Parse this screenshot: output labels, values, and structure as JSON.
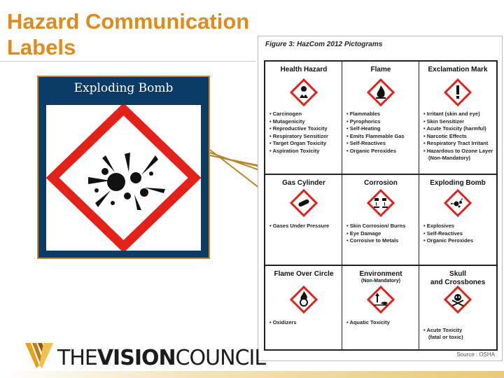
{
  "slide": {
    "title": "Hazard Communication\nLabels",
    "card_title": "Exploding Bomb",
    "source": "Source : OSHA",
    "logo": {
      "part1": "THE",
      "part2": "VISION",
      "part3": "COUNCIL"
    }
  },
  "figure": {
    "title": "Figure 3: HazCom 2012 Pictograms",
    "cells": [
      {
        "title": "Health Hazard",
        "icon": "health-hazard-icon",
        "items": [
          "Carcinogen",
          "Mutagenicity",
          "Reproductive Toxicity",
          "Respiratory Sensitizer",
          "Target Organ Toxicity",
          "Aspiration Toxicity"
        ]
      },
      {
        "title": "Flame",
        "icon": "flame-icon",
        "items": [
          "Flammables",
          "Pyrophorics",
          "Self-Heating",
          "Emits Flammable Gas",
          "Self-Reactives",
          "Organic Peroxides"
        ]
      },
      {
        "title": "Exclamation Mark",
        "icon": "exclamation-mark-icon",
        "items": [
          "Irritant (skin and eye)",
          "Skin Sensitizer",
          "Acute Toxicity (harmful)",
          "Narcotic Effects",
          "Respiratory Tract Irritant",
          "Hazardous to Ozone Layer (Non-Mandatory)"
        ]
      },
      {
        "title": "Gas Cylinder",
        "icon": "gas-cylinder-icon",
        "items": [
          "Gases Under Pressure"
        ]
      },
      {
        "title": "Corrosion",
        "icon": "corrosion-icon",
        "items": [
          "Skin Corrosion/ Burns",
          "Eye Damage",
          "Corrosive to Metals"
        ]
      },
      {
        "title": "Exploding Bomb",
        "icon": "exploding-bomb-icon",
        "items": [
          "Explosives",
          "Self-Reactives",
          "Organic Peroxides"
        ]
      },
      {
        "title": "Flame Over Circle",
        "icon": "flame-over-circle-icon",
        "items": [
          "Oxidizers"
        ]
      },
      {
        "title": "Environment",
        "subtitle": "(Non-Mandatory)",
        "icon": "environment-icon",
        "items": [
          "Aquatic Toxicity"
        ]
      },
      {
        "title": "Skull\nand Crossbones",
        "icon": "skull-and-crossbones-icon",
        "items": [
          "Acute Toxicity\n(fatal or toxic)"
        ]
      }
    ]
  },
  "colors": {
    "title": "#e08a1a",
    "card_bg": "#0a3a66",
    "card_border": "#c98a2b",
    "diamond_border": "#e32119",
    "connector": "#b8862b"
  }
}
